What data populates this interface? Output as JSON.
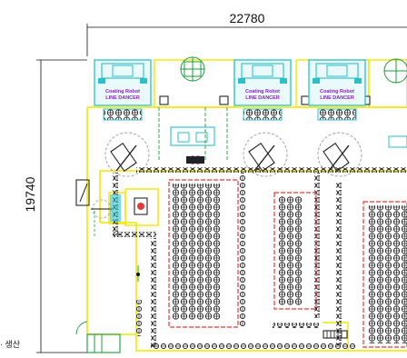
{
  "dimensions": {
    "width_label": "22780",
    "height_label": "19740"
  },
  "robot_label_line1": "Coating Robot",
  "robot_label_line2": "LINE DANCER",
  "robot_cells": [
    "1",
    "2",
    "3"
  ],
  "side_note": "· 생산",
  "colors": {
    "wall": "#f2e600",
    "robot": "#2bbfc9",
    "conveyor": "#222222",
    "zone_red": "#e03a3a",
    "green": "#1a9c3c",
    "purple": "#8a1fc6",
    "dim": "#111111"
  }
}
